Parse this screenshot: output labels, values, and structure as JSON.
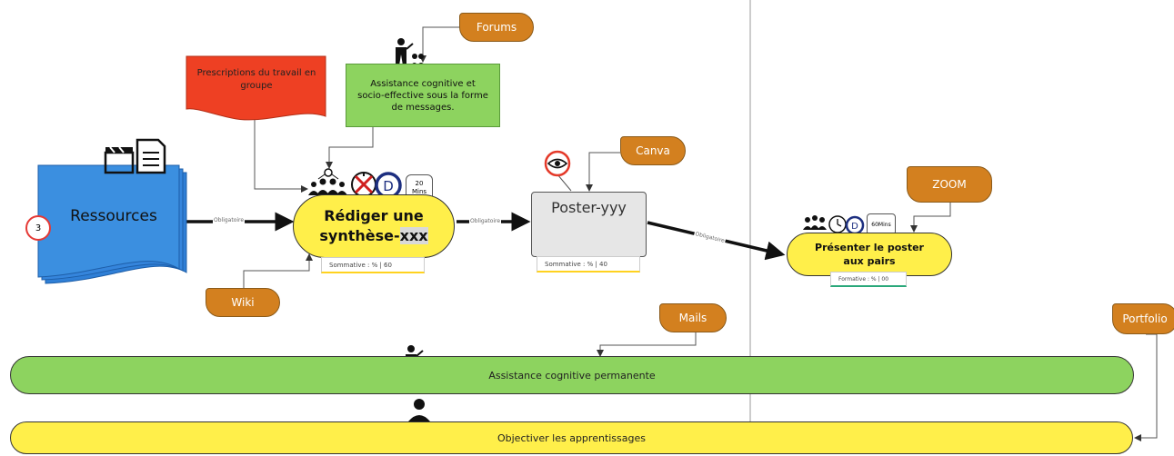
{
  "tags": {
    "forums": "Forums",
    "canva": "Canva",
    "zoom": "ZOOM",
    "wiki": "Wiki",
    "mails": "Mails",
    "portfolio": "Portfolio"
  },
  "prescriptions": "Prescriptions du travail en groupe",
  "assistance_box": "Assistance cognitive et socio-effective sous la forme de messages.",
  "resources": {
    "label": "Ressources",
    "count": "3"
  },
  "activity1": {
    "title": "Rédiger une synthèse-",
    "highlight": "xxx",
    "duration": "20",
    "duration_unit": "Mins",
    "d_badge": "D",
    "eval": "Sommative :   % | 60"
  },
  "activity2": {
    "title": "Poster-yyy",
    "eval": "Sommative :   % | 40"
  },
  "activity3": {
    "title": "Présenter le poster aux pairs",
    "d_badge": "D",
    "duration": "60Mins",
    "eval": "Formative :   % | 00"
  },
  "edges": {
    "e1": "Obligatoire",
    "e2": "Obligatoire",
    "e3": "Obligatoire"
  },
  "bars": {
    "assistance": "Assistance cognitive permanente",
    "objectiver": "Objectiver les apprentissages"
  },
  "colors": {
    "green": "#8dd35f",
    "yellow": "#ffef4a",
    "blue": "#3b8fe0",
    "red": "#ee4023",
    "orange": "#d3801f",
    "grey": "#e6e6e6"
  }
}
